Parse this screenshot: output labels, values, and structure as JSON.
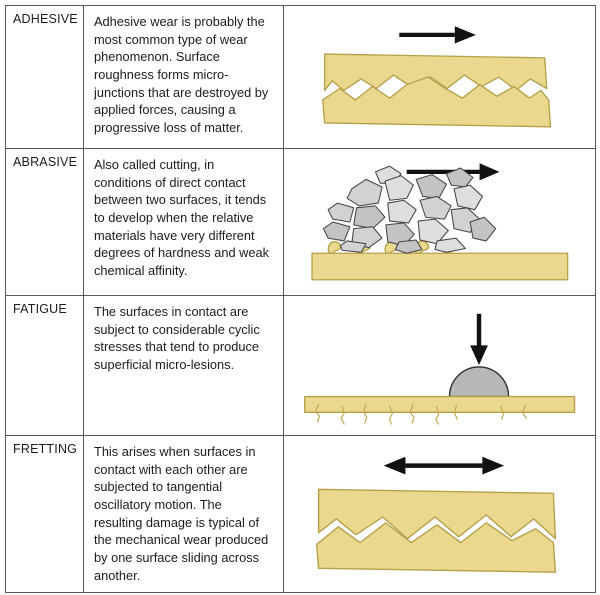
{
  "rows": [
    {
      "term": "ADHESIVE",
      "description": "Adhesive wear is probably the most common type of wear phenomenon. Surface roughness forms micro-junctions that are destroyed by applied forces, causing a progressive loss of matter.",
      "illustration": "adhesive-wear-diagram"
    },
    {
      "term": "ABRASIVE",
      "description": "Also called cutting, in conditions of direct contact between two surfaces, it tends to develop when the relative materials have very different degrees of hardness and weak chemical affinity.",
      "illustration": "abrasive-wear-diagram"
    },
    {
      "term": "FATIGUE",
      "description": "The surfaces in contact are subject to considerable cyclic stresses that tend to produce superficial micro-lesions.",
      "illustration": "fatigue-wear-diagram"
    },
    {
      "term": "FRETTING",
      "description": "This arises when surfaces in contact with each other are subjected to tangential oscillatory motion. The resulting damage is typical of the mechanical wear produced by one surface sliding across another.",
      "illustration": "fretting-wear-diagram"
    }
  ],
  "colors": {
    "surface_fill": "#e9d88d",
    "surface_stroke": "#b5a149",
    "particle_fill": "#d2d2d2",
    "particle_stroke": "#454545",
    "dome_fill": "#b7b7b7",
    "arrow": "#111111",
    "border": "#595959",
    "crack": "#c3a84e"
  }
}
